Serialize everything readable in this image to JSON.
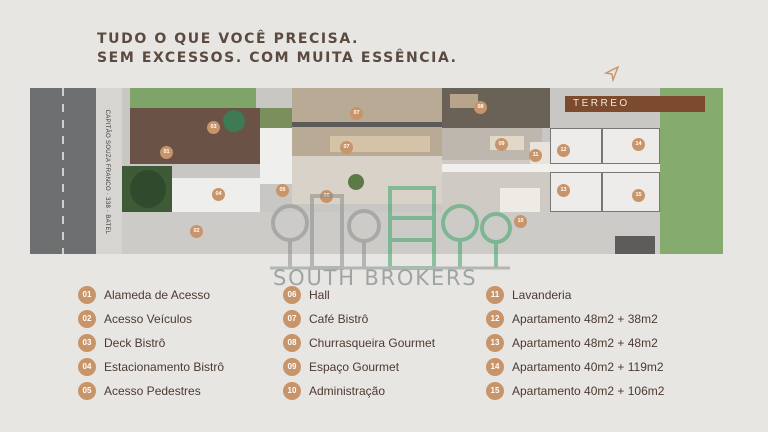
{
  "headline": {
    "line1": "TUDO O QUE VOCÊ PRECISA.",
    "line2": "SEM EXCESSOS. COM MUITA ESSÊNCIA."
  },
  "plan": {
    "street_label": "CAPITÃO SOUZA FRANCO · 338 · BATEL",
    "floor_label": "TERREO",
    "markers": [
      "01",
      "02",
      "03",
      "04",
      "05",
      "06",
      "07",
      "07",
      "08",
      "09",
      "10",
      "11",
      "12",
      "13",
      "14",
      "15"
    ]
  },
  "watermark": {
    "text": "SOUTH BROKERS"
  },
  "legend": {
    "col1": [
      {
        "num": "01",
        "label": "Alameda de Acesso"
      },
      {
        "num": "02",
        "label": "Acesso Veículos"
      },
      {
        "num": "03",
        "label": "Deck Bistrô"
      },
      {
        "num": "04",
        "label": "Estacionamento Bistrô"
      },
      {
        "num": "05",
        "label": "Acesso Pedestres"
      }
    ],
    "col2": [
      {
        "num": "06",
        "label": "Hall"
      },
      {
        "num": "07",
        "label": "Café Bistrô"
      },
      {
        "num": "08",
        "label": "Churrasqueira Gourmet"
      },
      {
        "num": "09",
        "label": "Espaço Gourmet"
      },
      {
        "num": "10",
        "label": "Administração"
      }
    ],
    "col3": [
      {
        "num": "11",
        "label": "Lavanderia"
      },
      {
        "num": "12",
        "label": "Apartamento 48m2 + 38m2"
      },
      {
        "num": "13",
        "label": "Apartamento 48m2 + 48m2"
      },
      {
        "num": "14",
        "label": "Apartamento 40m2 + 119m2"
      },
      {
        "num": "15",
        "label": "Apartamento 40m2 + 106m2"
      }
    ]
  },
  "colors": {
    "accent": "#c8946a",
    "floor_label_bg": "#7c4a2c",
    "headline": "#5a4a40",
    "text": "#4b3a30",
    "watermark": "#3fa66a"
  },
  "icons": [
    "compass-arrow-icon",
    "south-brokers-logo"
  ]
}
